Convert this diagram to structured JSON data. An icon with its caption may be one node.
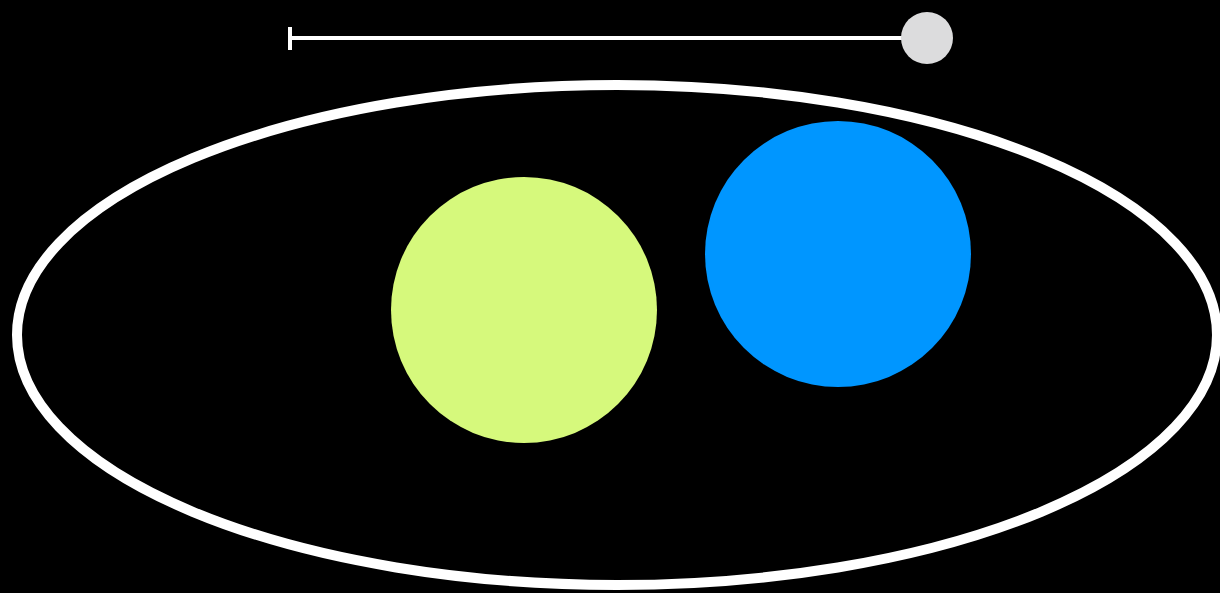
{
  "diagram": {
    "nodes": [
      {
        "text": [],
        "shape": "ellipse"
      },
      {
        "text": [],
        "shape": "circle",
        "in": 0
      },
      {
        "text": [],
        "shape": "circle",
        "in": 0
      }
    ],
    "edges": []
  }
}
